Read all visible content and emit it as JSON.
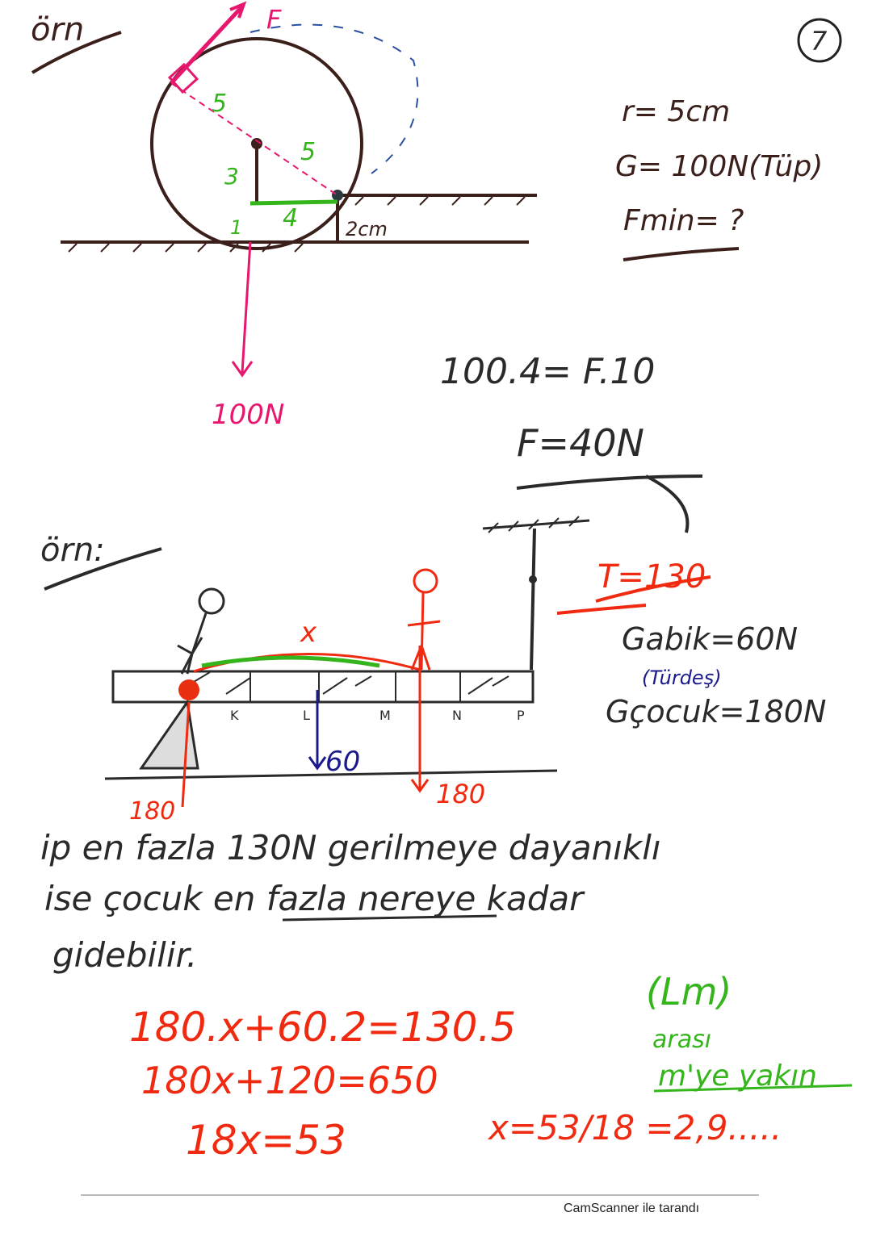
{
  "colors": {
    "ink_brown": "#3a1f1a",
    "pink": "#e8176e",
    "red": "#f02a10",
    "green": "#35b51c",
    "blue": "#1a1a8c",
    "dark": "#2a2a2a"
  },
  "page_number": "7",
  "example1": {
    "label": "örn",
    "force_label": "F",
    "radius_labels": [
      "5",
      "5"
    ],
    "green_labels": {
      "vertical": "3",
      "horizontal": "4",
      "bottom": "1"
    },
    "step_height": "2cm",
    "weight_label": "100N",
    "given": [
      "r= 5cm",
      "G= 100N(Tüp)",
      "Fmin= ?"
    ],
    "solution": [
      "100.4= F.10",
      "F=40N"
    ]
  },
  "example2": {
    "label": "örn:",
    "tension_label": "T=130",
    "distance_label": "x",
    "given": [
      "Gabik=60N",
      "(Türdeş)",
      "Gçocuk=180N"
    ],
    "points": [
      "K",
      "L",
      "M",
      "N",
      "P"
    ],
    "forces": {
      "plank": "60",
      "child": "180",
      "pivot": "180"
    },
    "question": [
      "ip en fazla 130N gerilmeye dayanıklı",
      "ise çocuk en fazla nereye kadar",
      "gidebilir."
    ],
    "solution": [
      "180.x+60.2=130.5",
      "180x+120=650",
      "18x=53",
      "x=53/18 =2,9....."
    ],
    "answer_note": [
      "(Lm)",
      "arası",
      "m'ye yakın"
    ]
  },
  "footer": "CamScanner ile tarandı"
}
